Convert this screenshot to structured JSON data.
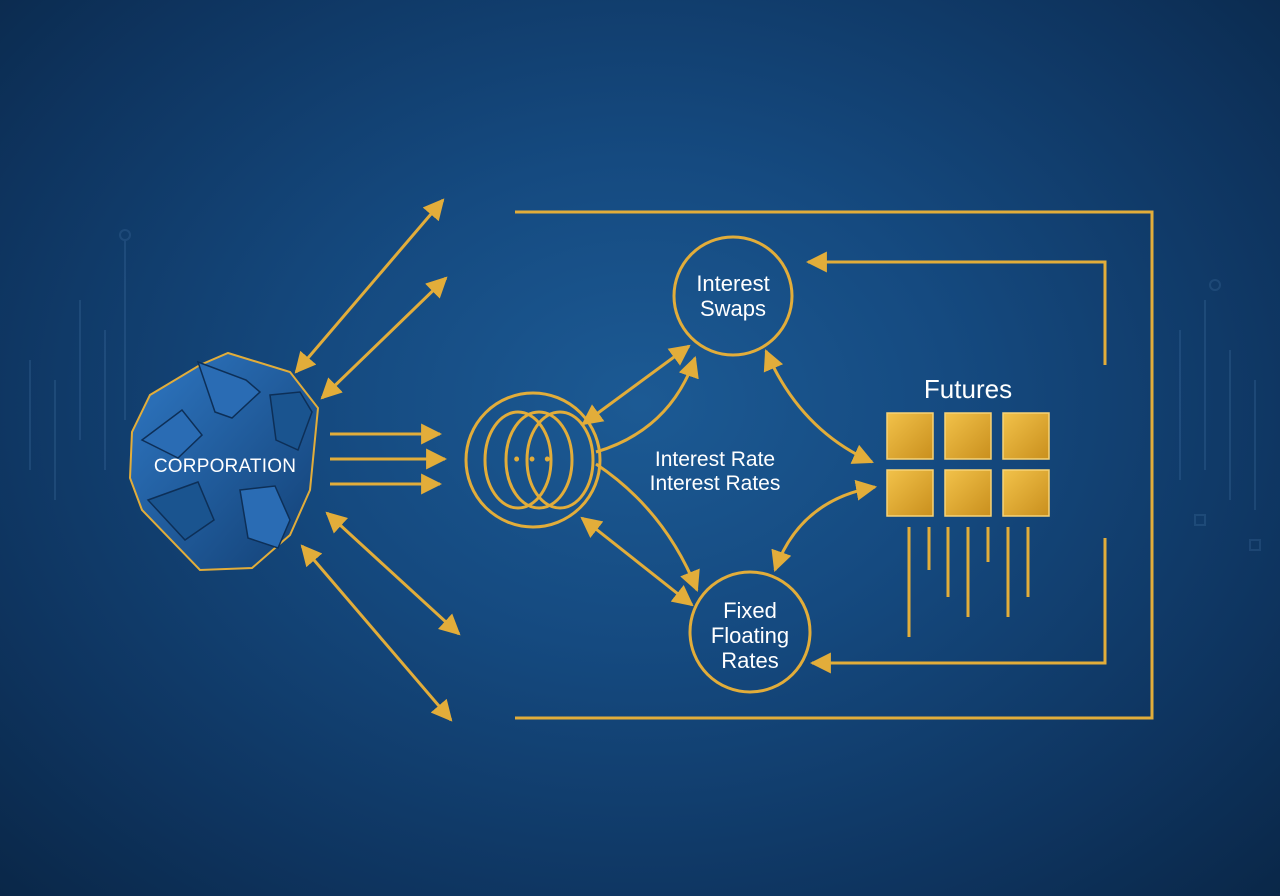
{
  "diagram": {
    "corporation_label": "CORPORATION",
    "hub_dots": "• • •",
    "center_text": {
      "line1": "Interest Rate",
      "line2": "Interest Rates"
    },
    "interest_swaps": {
      "line1": "Interest",
      "line2": "Swaps"
    },
    "fixed_floating": {
      "line1": "Fixed",
      "line2": "Floating",
      "line3": "Rates"
    },
    "futures_label": "Futures"
  },
  "colors": {
    "background": "#154a80",
    "gold": "#e2ad3a",
    "gold_fill": "#e5ac2e",
    "corporation_fill": "#1d5fa6",
    "text": "#ffffff"
  }
}
